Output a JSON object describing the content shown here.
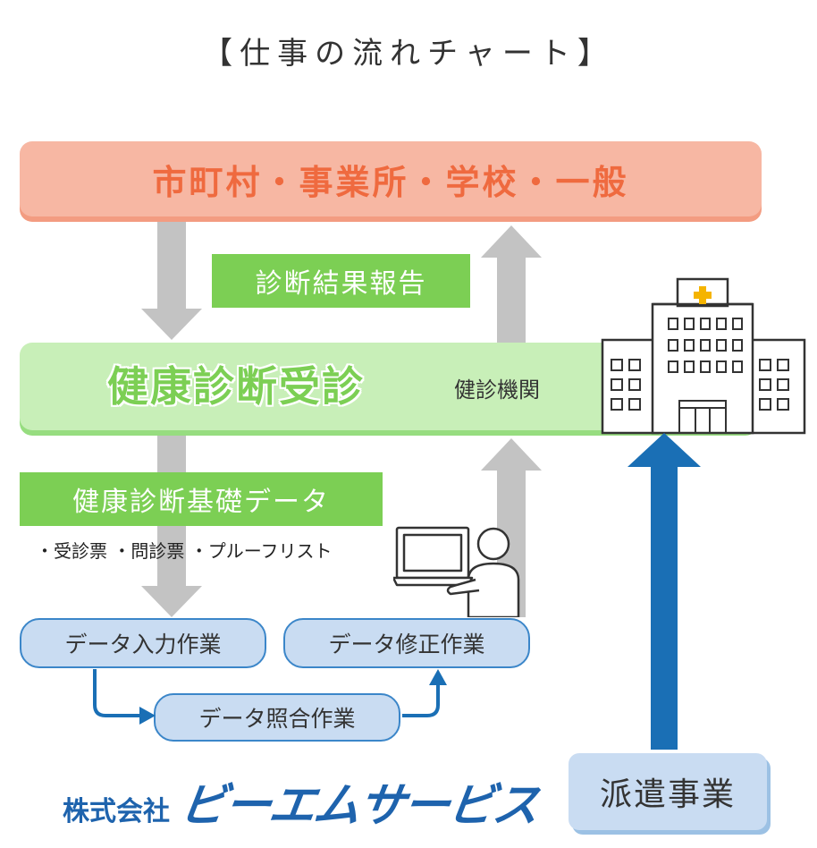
{
  "title": "【仕事の流れチャート】",
  "top_bar": {
    "label": "市町村・事業所・学校・一般"
  },
  "report_tag": {
    "label": "診断結果報告"
  },
  "mid_bar": {
    "label": "健康診断受診",
    "sub_label": "健診機関"
  },
  "basic_data_tag": {
    "label": "健康診断基礎データ"
  },
  "documents": {
    "text": "・受診票 ・問診票 ・プルーフリスト"
  },
  "steps": {
    "input": "データ入力作業",
    "correction": "データ修正作業",
    "matching": "データ照合作業"
  },
  "dispatch": {
    "label": "派遣事業"
  },
  "company": {
    "prefix": "株式会社",
    "name": "ビーエムサービス"
  },
  "colors": {
    "top_bar_fill": "#f7b7a3",
    "top_bar_text": "#ef6a3f",
    "green": "#7ccf54",
    "mid_bar_fill": "#c8efb8",
    "pill_fill": "#c9dcf2",
    "blue": "#1a6fb5",
    "gray_arrow": "#c3c3c3"
  },
  "icons": [
    "hospital-icon",
    "person-at-computer-icon"
  ]
}
